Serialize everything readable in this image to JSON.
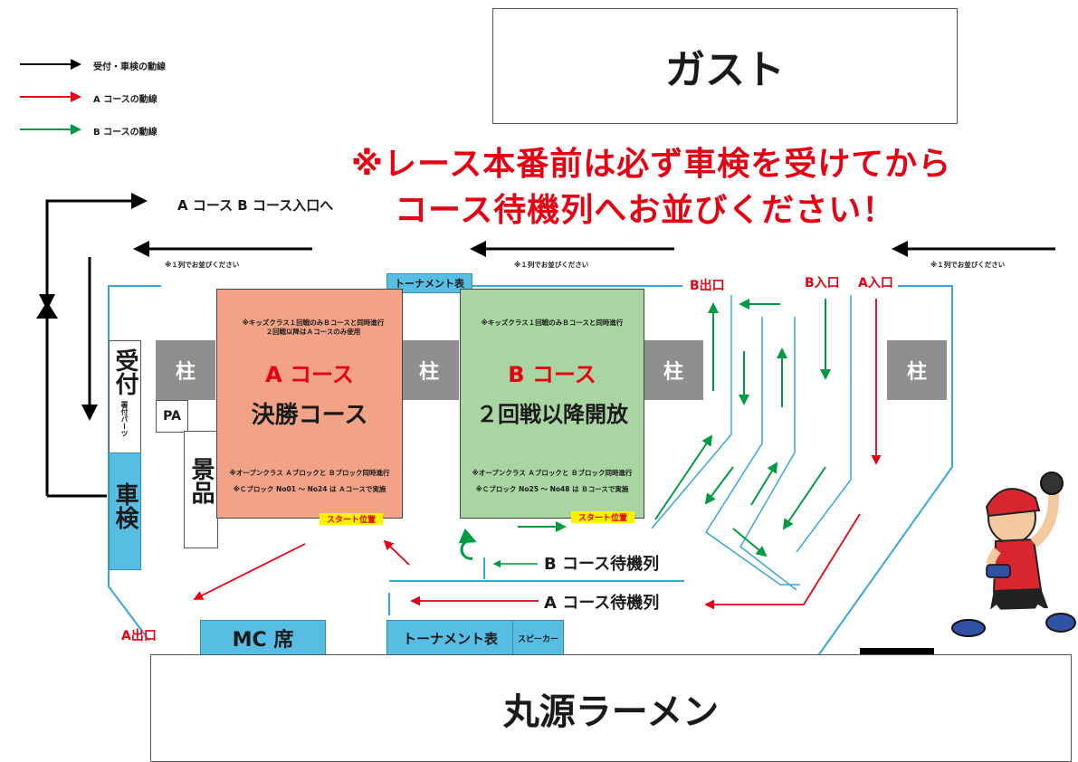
{
  "legend": [
    {
      "label": "受付・車検の動線",
      "color": "#000000"
    },
    {
      "label": "A コースの動線",
      "color": "#e60012"
    },
    {
      "label": "B コースの動線",
      "color": "#009a44"
    }
  ],
  "top_building": "ガスト",
  "bottom_building": "丸源ラーメン",
  "notice": {
    "line1": "※レース本番前は必ず車検を受けてから",
    "line2": "コース待機列へお並びください！"
  },
  "entrance_label": "A コース B コース入口へ",
  "queue_notes": [
    "※１列でお並びください",
    "※１列でお並びください",
    "※１列でお並びください"
  ],
  "pillar_label": "柱",
  "reception": {
    "title": "受付",
    "sub": "署付パーツ"
  },
  "inspection": "車検",
  "pa": "PA",
  "prize": "景品",
  "course_a": {
    "title": "A コース",
    "subtitle": "決勝コース",
    "note_top": "※キッズクラス１回戦のみＢコースと同時進行\n２回戦以降はＡコースのみ使用",
    "note_bottom1": "※オープンクラス Ａブロックと Ｂブロック同時進行",
    "note_bottom2": "※Ｃブロック No01 ～ No24 は Ａコースで実施",
    "start": "スタート位置"
  },
  "course_b": {
    "title": "B コース",
    "subtitle": "２回戦以降開放",
    "note_top": "※キッズクラス１回戦のみＢコースと同時進行",
    "note_bottom1": "※オープンクラス Ａブロックと Ｂブロック同時進行",
    "note_bottom2": "※Ｃブロック No25 ～ No48 は Ｂコースで実施",
    "start": "スタート位置"
  },
  "tournament_top": "トーナメント表",
  "tournament_bottom": "トーナメント表",
  "speaker": "スピーカー",
  "mc": "MC 席",
  "labels": {
    "b_exit": "B出口",
    "b_entry": "B入口",
    "a_entry": "A入口",
    "a_exit": "A出口"
  },
  "queue_b": "B コース待機列",
  "queue_a": "A コース待機列",
  "colors": {
    "red": "#e60012",
    "green": "#009a44",
    "blue": "#58bde3",
    "salmon": "#f2a387",
    "mint": "#a8d5a2",
    "pillar": "#8f8f8f"
  }
}
